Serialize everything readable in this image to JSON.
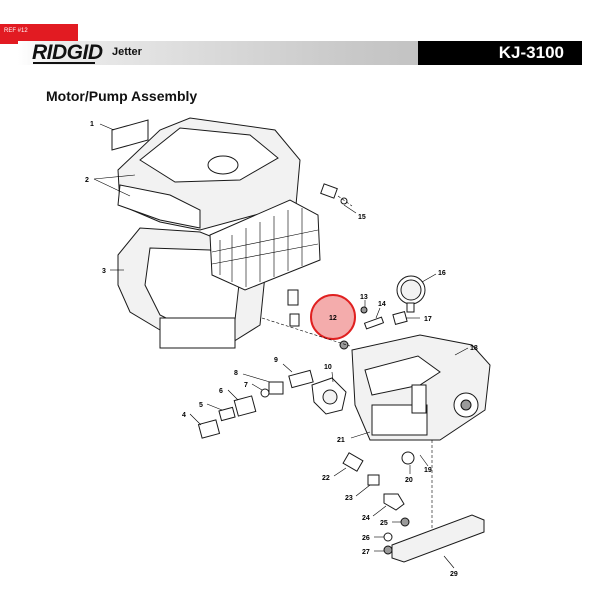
{
  "ref_tag": "REF #12",
  "header": {
    "brand": "RIDGID",
    "product": "Jetter",
    "model": "KJ-3100"
  },
  "page_title": "Motor/Pump Assembly",
  "highlight": {
    "part": "12",
    "color": "#e02020"
  },
  "callouts": [
    {
      "id": "c1",
      "label": "1"
    },
    {
      "id": "c2",
      "label": "2"
    },
    {
      "id": "c3",
      "label": "3"
    },
    {
      "id": "c4",
      "label": "4"
    },
    {
      "id": "c5",
      "label": "5"
    },
    {
      "id": "c6",
      "label": "6"
    },
    {
      "id": "c7",
      "label": "7"
    },
    {
      "id": "c8",
      "label": "8"
    },
    {
      "id": "c9",
      "label": "9"
    },
    {
      "id": "c10",
      "label": "10"
    },
    {
      "id": "c12",
      "label": "12"
    },
    {
      "id": "c13",
      "label": "13"
    },
    {
      "id": "c14",
      "label": "14"
    },
    {
      "id": "c15",
      "label": "15"
    },
    {
      "id": "c16",
      "label": "16"
    },
    {
      "id": "c17",
      "label": "17"
    },
    {
      "id": "c18",
      "label": "18"
    },
    {
      "id": "c19",
      "label": "19"
    },
    {
      "id": "c20",
      "label": "20"
    },
    {
      "id": "c21",
      "label": "21"
    },
    {
      "id": "c22",
      "label": "22"
    },
    {
      "id": "c23",
      "label": "23"
    },
    {
      "id": "c24",
      "label": "24"
    },
    {
      "id": "c25",
      "label": "25"
    },
    {
      "id": "c26",
      "label": "26"
    },
    {
      "id": "c27",
      "label": "27"
    },
    {
      "id": "c29",
      "label": "29"
    }
  ]
}
